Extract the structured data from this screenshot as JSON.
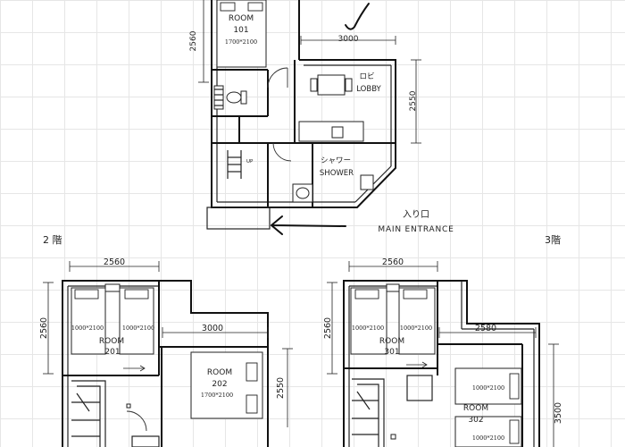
{
  "floor1": {
    "room101": {
      "name": "ROOM",
      "number": "101",
      "bed": "1700*2100"
    },
    "lobby": {
      "ja": "ロビ",
      "en": "LOBBY"
    },
    "shower": {
      "ja": "シャワー",
      "en": "SHOWER"
    },
    "up_label": "UP",
    "dim_room_height": "2560",
    "dim_lobby_width": "3000",
    "dim_lobby_height": "2550",
    "entrance_ja": "入り口",
    "entrance_en": "MAIN ENTRANCE"
  },
  "floor2": {
    "label": "2 階",
    "dim_width": "2560",
    "dim_height": "2560",
    "room201": {
      "name": "ROOM",
      "number": "201",
      "bed_left": "1000*2100",
      "bed_right": "1000*2100"
    },
    "room202": {
      "name": "ROOM",
      "number": "202",
      "bed": "1700*2100"
    },
    "dim_room202_width": "3000",
    "dim_room202_height": "2550"
  },
  "floor3": {
    "label": "3階",
    "dim_width": "2560",
    "dim_height": "2560",
    "room301": {
      "name": "ROOM",
      "number": "301",
      "bed_left": "1000*2100",
      "bed_right": "1000*2100"
    },
    "room302": {
      "name": "ROOM",
      "number": "302",
      "bed_top": "1000*2100",
      "bed_bottom": "1000*2100"
    },
    "dim_room302_width": "2580",
    "dim_room302_height": "3500"
  }
}
